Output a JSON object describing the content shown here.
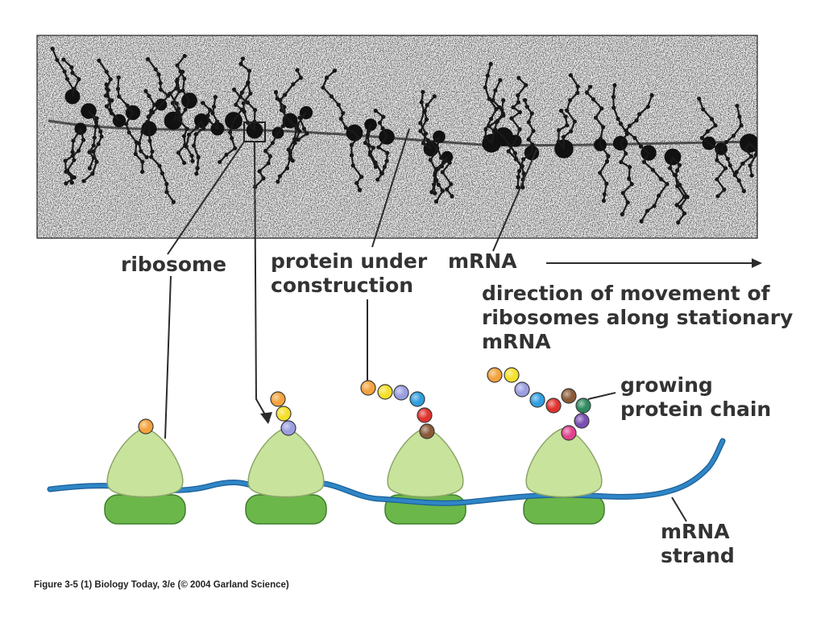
{
  "labels": {
    "ribosome": "ribosome",
    "protein_under_construction": [
      "protein under",
      "construction"
    ],
    "mrna": "mRNA",
    "direction": [
      "direction of movement of",
      "ribosomes along stationary",
      "mRNA"
    ],
    "growing_protein_chain": [
      "growing",
      "protein chain"
    ],
    "mrna_strand": [
      "mRNA",
      "strand"
    ]
  },
  "caption": "Figure 3-5 (1)  Biology Today, 3/e (© 2004 Garland Science)",
  "colors": {
    "ribosome_large": "#c8e49c",
    "ribosome_small": "#6cb74a",
    "mrna": "#2f86c6",
    "leader": "#2b2b2b",
    "text": "#333333",
    "beads": {
      "orange": "#f4a23c",
      "yellow": "#f5e02a",
      "lavender": "#9a9ee0",
      "blue": "#2f9ee0",
      "red": "#e0332e",
      "brown": "#8a5a38",
      "green": "#2f8a5e",
      "purple": "#7a4fb5",
      "magenta": "#e0448f"
    }
  }
}
